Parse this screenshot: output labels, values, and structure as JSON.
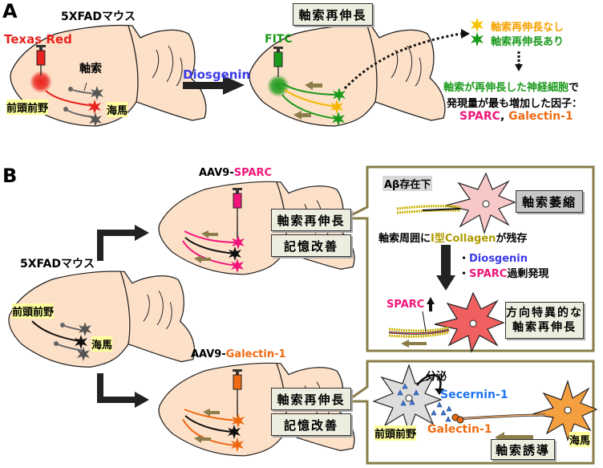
{
  "panel_a": {
    "label": "A",
    "mouse_title": "5XFADマウス",
    "tracer1": "Texas Red",
    "axon_label": "軸索",
    "pfc_label": "前頭前野",
    "hippo_label": "海馬",
    "treatment": "Diosgenin",
    "result_box": "軸索再伸長",
    "tracer2": "FITC",
    "legend": [
      {
        "label": "軸索再伸長なし",
        "color": "#f5a200"
      },
      {
        "label": "軸索再伸長あり",
        "color": "#1a9a1a"
      }
    ],
    "conclusion_line1_green": "軸索が再伸長した神経細胞",
    "conclusion_line1_black": "で",
    "conclusion_line2": "発現量が最も増加した因子：",
    "factor1": "SPARC",
    "factor_sep": ", ",
    "factor2": "Galectin-1"
  },
  "panel_b": {
    "label": "B",
    "mouse_title": "5XFADマウス",
    "pfc_label": "前頭前野",
    "hippo_label": "海馬",
    "sparc": {
      "vector_prefix": "AAV9-",
      "vector_gene": "SPARC",
      "box1": "軸索再伸長",
      "box2": "記憶改善",
      "detail": {
        "condition": "Aβ存在下",
        "atrophy_box": "軸索萎縮",
        "collagen_pre": "軸索周囲に",
        "collagen_hl": "I型Collagen",
        "collagen_post": "が残存",
        "bullet1": "Diosgenin",
        "bullet2_hl": "SPARC",
        "bullet2_post": "過剰発現",
        "sparc_up": "SPARC",
        "outcome_line1": "方向特異的な",
        "outcome_line2": "軸索再伸長"
      }
    },
    "galectin": {
      "vector_prefix": "AAV9-",
      "vector_gene": "Galectin-1",
      "box1": "軸索再伸長",
      "box2": "記憶改善",
      "detail": {
        "secrete": "分泌",
        "secernin": "Secernin-1",
        "galectin": "Galectin-1",
        "pfc": "前頭前野",
        "hippo": "海馬",
        "guide_box": "軸索誘導"
      }
    }
  },
  "colors": {
    "red": "#e8231d",
    "green": "#1a9a1a",
    "orange_axon": "#f5b700",
    "sparc": "#f0157a",
    "galectin": "#ef6a12",
    "diosgenin": "#3a3ae8",
    "secernin": "#1e74f0",
    "collagen": "#b09b00",
    "brain": "#fde0c8",
    "frame": "#8a7d4a"
  }
}
